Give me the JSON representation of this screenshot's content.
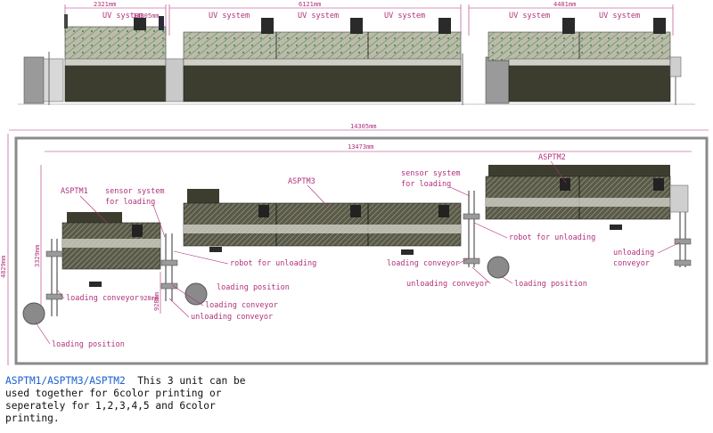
{
  "colors": {
    "annotation": "#b0307a",
    "caption_highlight": "#1a5fd0",
    "machine_dark": "#3a3a30",
    "frame": "#808080"
  },
  "top_view": {
    "dimensions": [
      "2321mm",
      "6121mm",
      "4481mm"
    ],
    "uv_labels": [
      "UV system",
      "UV system",
      "UV system",
      "UV system",
      "UV system",
      "UV system"
    ],
    "overlap_dimension": "14305mm"
  },
  "plan_view": {
    "overall_width": "14305mm",
    "inner_width": "13473mm",
    "height": "4829mm",
    "sub_height": "3329mm",
    "short_height": "928mm",
    "short_width": "928mm",
    "units": [
      "ASPTM1",
      "ASPTM3",
      "ASPTM2"
    ],
    "labels": {
      "sensor_left_1": "sensor system",
      "sensor_left_2": "for loading",
      "sensor_right_1": "sensor system",
      "sensor_right_2": "for loading",
      "robot_unloading_left": "robot for unloading",
      "robot_unloading_right": "robot for unloading",
      "loading_conveyor_left": "loading conveyor",
      "loading_position_left": "loading position",
      "loading_conveyor_mid": "loading conveyor",
      "unloading_conveyor_mid": "unloading conveyor",
      "loading_position_bottom": "loading position",
      "loading_conveyor_right": "loading conveyor",
      "unloading_conveyor_right": "unloading conveyor",
      "loading_position_right": "loading position",
      "unloading_conveyor_far_1": "unloading",
      "unloading_conveyor_far_2": "conveyor"
    }
  },
  "caption": {
    "units": "ASPTM1/ASPTM3/ASPTM2",
    "line1_rest": "This 3 unit can be",
    "line2": "used together for 6color printing or",
    "line3": "seperately for 1,2,3,4,5 and 6color",
    "line4": "printing."
  }
}
